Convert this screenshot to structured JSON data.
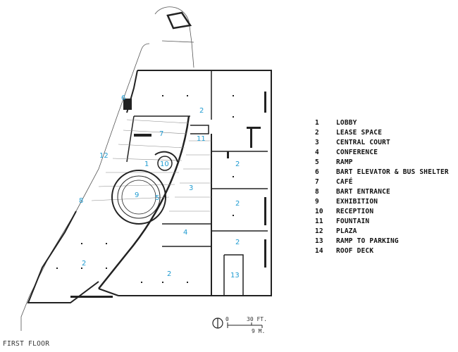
{
  "legend": [
    {
      "num": "1",
      "label": "LOBBY"
    },
    {
      "num": "2",
      "label": "LEASE SPACE"
    },
    {
      "num": "3",
      "label": "CENTRAL COURT"
    },
    {
      "num": "4",
      "label": "CONFERENCE"
    },
    {
      "num": "5",
      "label": "RAMP"
    },
    {
      "num": "6",
      "label": "BART ELEVATOR & BUS SHELTER"
    },
    {
      "num": "7",
      "label": "CAFÉ"
    },
    {
      "num": "8",
      "label": "BART ENTRANCE"
    },
    {
      "num": "9",
      "label": "EXHIBITION"
    },
    {
      "num": "10",
      "label": "RECEPTION"
    },
    {
      "num": "11",
      "label": "FOUNTAIN"
    },
    {
      "num": "12",
      "label": "PLAZA"
    },
    {
      "num": "13",
      "label": "RAMP TO PARKING"
    },
    {
      "num": "14",
      "label": "ROOF DECK"
    }
  ],
  "room_labels": {
    "r1": "1",
    "r2a": "2",
    "r2b": "2",
    "r2c": "2",
    "r2d": "2",
    "r2e": "2",
    "r2f": "2",
    "r3": "3",
    "r4": "4",
    "r5": "5",
    "r6": "6",
    "r7": "7",
    "r8": "8",
    "r9": "9",
    "r10": "10",
    "r11": "11",
    "r12": "12",
    "r13": "13"
  },
  "scale": {
    "zero": "0",
    "feet": "30 FT.",
    "meters": "9 M."
  },
  "caption": "FIRST FLOOR",
  "colors": {
    "label": "#1f9bd1",
    "line": "#222222"
  }
}
